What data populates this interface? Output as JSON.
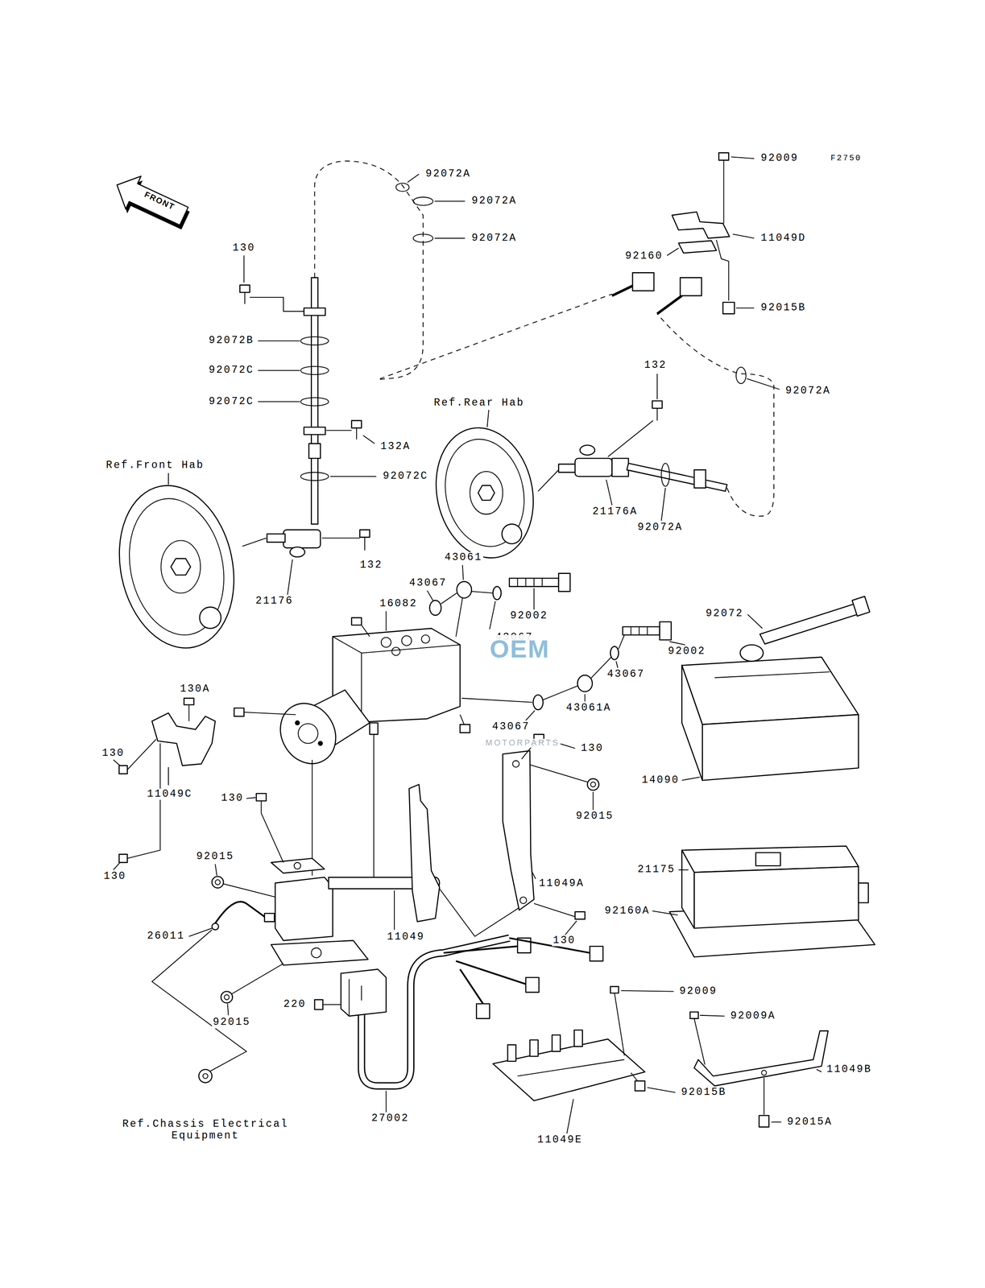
{
  "diagram": {
    "labels": [
      "F2750",
      "FRONT",
      "92072A",
      "92072A",
      "92072A",
      "92009",
      "92160",
      "11049D",
      "92015B",
      "130",
      "92072B",
      "92072C",
      "92072C",
      "132A",
      "132",
      "92072A",
      "Ref.Rear Hab",
      "Ref.Front Hab",
      "92072C",
      "21176A",
      "92072A",
      "132",
      "21176",
      "43061",
      "43067",
      "16082",
      "92002",
      "43067",
      "92002",
      "43067",
      "43061A",
      "43067",
      "92072",
      "130A",
      "130",
      "130",
      "11049C",
      "130",
      "130",
      "14090",
      "92015",
      "92015",
      "11049A",
      "21175",
      "26011",
      "11049",
      "130",
      "92160A",
      "92015",
      "220",
      "92009",
      "92009A",
      "Ref.Chassis Electrical Equipment",
      "27002",
      "11049E",
      "92015B",
      "11049B",
      "92015A",
      "OEM",
      "MOTORPARTS"
    ]
  }
}
